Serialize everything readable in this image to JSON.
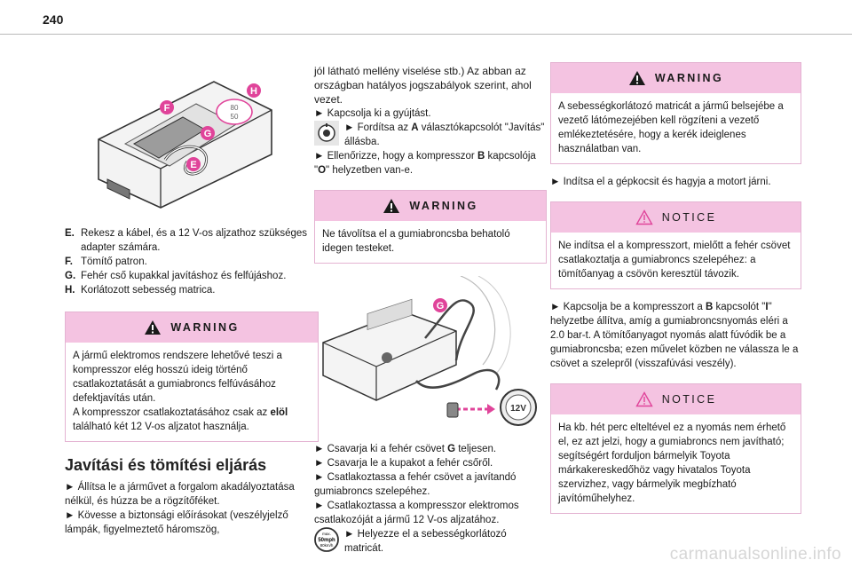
{
  "page": {
    "number": "240",
    "watermark": "carmanualsonline.info"
  },
  "col1": {
    "figure_labels": {
      "H": "H",
      "F": "F",
      "G": "G",
      "E": "E",
      "speed_80": "80",
      "speed_50": "50"
    },
    "legend": [
      {
        "key": "E.",
        "text": "Rekesz a kábel, és a 12 V-os aljzathoz szükséges adapter számára."
      },
      {
        "key": "F.",
        "text": "Tömítő patron."
      },
      {
        "key": "G.",
        "text": "Fehér cső kupakkal javításhoz és felfújáshoz."
      },
      {
        "key": "H.",
        "text": "Korlátozott sebesség matrica."
      }
    ],
    "warning": {
      "title": "WARNING",
      "line1": "A jármű elektromos rendszere lehetővé teszi a kompresszor elég hosszú ideig történő csatlakoztatását a gumiabroncs felfúvásához defektjavítás után.",
      "line2_prefix": "A kompresszor csatlakoztatásához csak az ",
      "line2_bold": "elöl",
      "line2_suffix": " található két 12 V-os aljzatot használja."
    },
    "section_title": "Javítási és tömítési eljárás",
    "steps_text": "► Állítsa le a járművet a forgalom akadályoztatása nélkül, és húzza be a rögzítőféket.\n► Kövesse a biztonsági előírásokat (veszélyjelző lámpák, figyelmeztető háromszög,"
  },
  "col2": {
    "continuation": "jól látható mellény viselése stb.) Az abban az országban hatályos jogszabályok szerint, ahol vezet.",
    "step_ignition": "► Kapcsolja ki a gyújtást.",
    "step_rotate_prefix": "► Fordítsa az ",
    "step_rotate_bold": "A",
    "step_rotate_suffix": " választókapcsolót \"Javítás\" állásba.",
    "step_check_prefix": "► Ellenőrizze, hogy a kompresszor ",
    "step_check_bold1": "B",
    "step_check_mid": " kapcsolója \"",
    "step_check_bold2": "O",
    "step_check_suffix": "\" helyzetben van-e.",
    "warning": {
      "title": "WARNING",
      "text": "Ne távolítsa el a gumiabroncsba behatoló idegen testeket."
    },
    "figure_labels": {
      "G": "G",
      "socket": "12V"
    },
    "steps_after_prefix": "► Csavarja ki a fehér csövet ",
    "steps_after_bold": "G",
    "steps_after_suffix": " teljesen.\n► Csavarja le a kupakot a fehér csőről.\n► Csatlakoztassa a fehér csövet a javítandó gumiabroncs szelepéhez.\n► Csatlakoztassa a kompresszor elektromos csatlakozóját a jármű 12 V-os aljzatához.",
    "step_sticker": "► Helyezze el a sebességkorlátozó matricát.",
    "sticker_icon_text": {
      "top": "max.",
      "mid": "50mph",
      "bot": "80km/h"
    }
  },
  "col3": {
    "warning": {
      "title": "WARNING",
      "text": "A sebességkorlátozó matricát a jármű belsejébe a vezető látómezejében kell rögzíteni a vezető emlékeztetésére, hogy a kerék ideiglenes használatban van."
    },
    "step_start": "► Indítsa el a gépkocsit és hagyja a motort járni.",
    "notice1": {
      "title": "NOTICE",
      "text": "Ne indítsa el a kompresszort, mielőtt a fehér csövet csatlakoztatja a gumiabroncs szelepéhez: a tömítőanyag a csövön keresztül távozik."
    },
    "step_switch_prefix": "► Kapcsolja be a kompresszort a ",
    "step_switch_bold1": "B",
    "step_switch_mid": " kapcsolót \"",
    "step_switch_bold2": "I",
    "step_switch_suffix": "\" helyzetbe állítva, amíg a gumiabroncsnyomás eléri a 2.0 bar-t. A tömítőanyagot nyomás alatt fúvódik be a gumiabroncsba; ezen művelet közben ne válassza le a csövet a szelepről (visszafúvási veszély).",
    "notice2": {
      "title": "NOTICE",
      "text": "Ha kb. hét perc elteltével ez a nyomás nem érhető el, ez azt jelzi, hogy a gumiabroncs nem javítható; segítségért forduljon bármelyik Toyota márkakereskedőhöz vagy hivatalos Toyota szervizhez, vagy bármelyik megbízható javítóműhelyhez."
    }
  },
  "colors": {
    "callout_header": "#f4c3e1",
    "callout_border": "#e4b3d2",
    "label_magenta": "#e0449a",
    "warning_icon": "#1a1a1a",
    "notice_icon": "#e0449a"
  }
}
